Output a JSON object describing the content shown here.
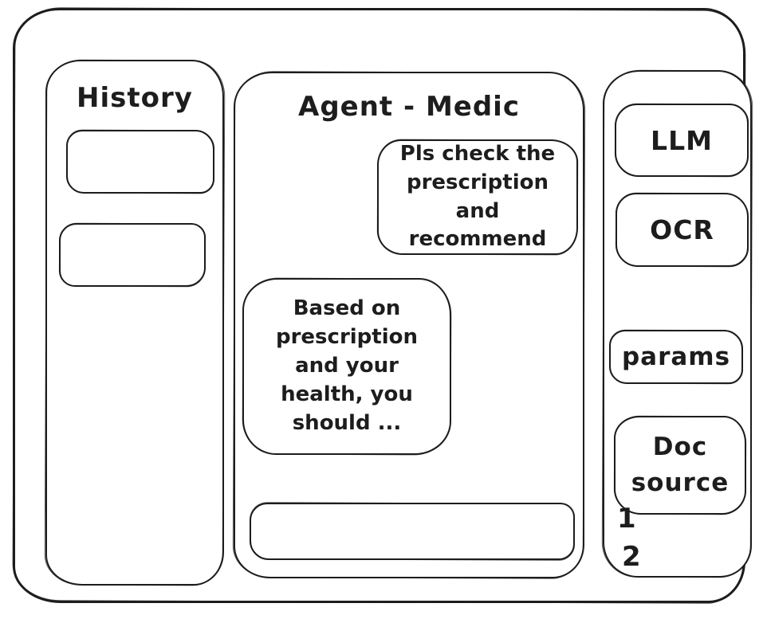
{
  "sidebar": {
    "title": "History",
    "items": [
      {
        "label": ""
      },
      {
        "label": ""
      }
    ]
  },
  "main": {
    "title": "Agent - Medic",
    "messages": [
      {
        "role": "user",
        "text": "Pls check the prescription and recommend"
      },
      {
        "role": "assistant",
        "text": "Based on prescription and your health, you should ..."
      }
    ],
    "input": {
      "value": "",
      "placeholder": ""
    }
  },
  "right_panel": {
    "items": [
      {
        "label": "LLM"
      },
      {
        "label": "OCR"
      },
      {
        "label": "params"
      },
      {
        "label": "Doc source"
      }
    ],
    "annotations": [
      "1",
      "2"
    ]
  },
  "colors": {
    "ink": "#1d1d1d",
    "background": "#ffffff"
  }
}
